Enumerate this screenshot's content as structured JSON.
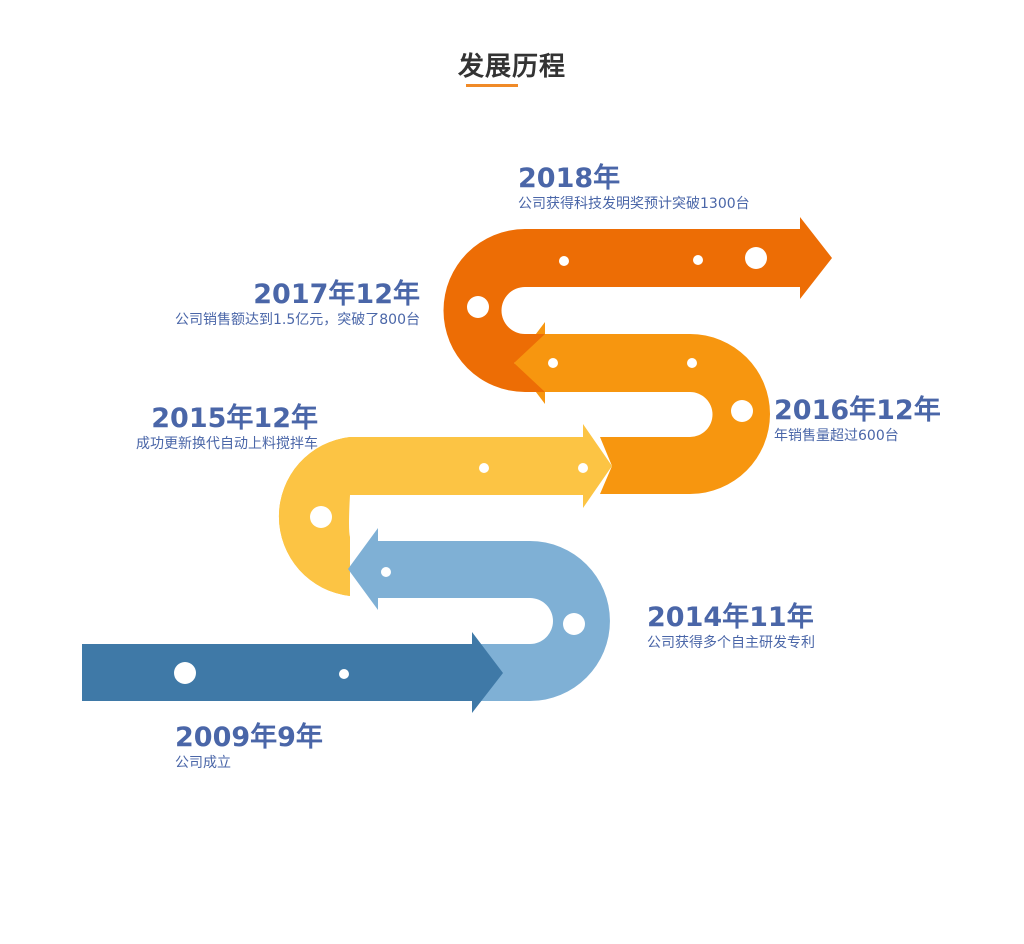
{
  "page": {
    "title": "发展历程"
  },
  "milestones": [
    {
      "year": "2009年9年",
      "desc": "公司成立"
    },
    {
      "year": "2014年11年",
      "desc": "公司获得多个自主研发专利"
    },
    {
      "year": "2015年12年",
      "desc": "成功更新换代自动上料搅拌车"
    },
    {
      "year": "2016年12年",
      "desc": "年销售量超过600台"
    },
    {
      "year": "2017年12年",
      "desc": "公司销售额达到1.5亿元，突破了800台"
    },
    {
      "year": "2018年",
      "desc": "公司获得科技发明奖预计突破1300台"
    }
  ],
  "colors": {
    "accent": "#f08a28",
    "text": "#4a66a8",
    "band_2009": "#3f79a7",
    "band_2014": "#7fb0d5",
    "band_2015": "#fcc444",
    "band_2016": "#f7960f",
    "band_2018": "#ed6d05"
  }
}
